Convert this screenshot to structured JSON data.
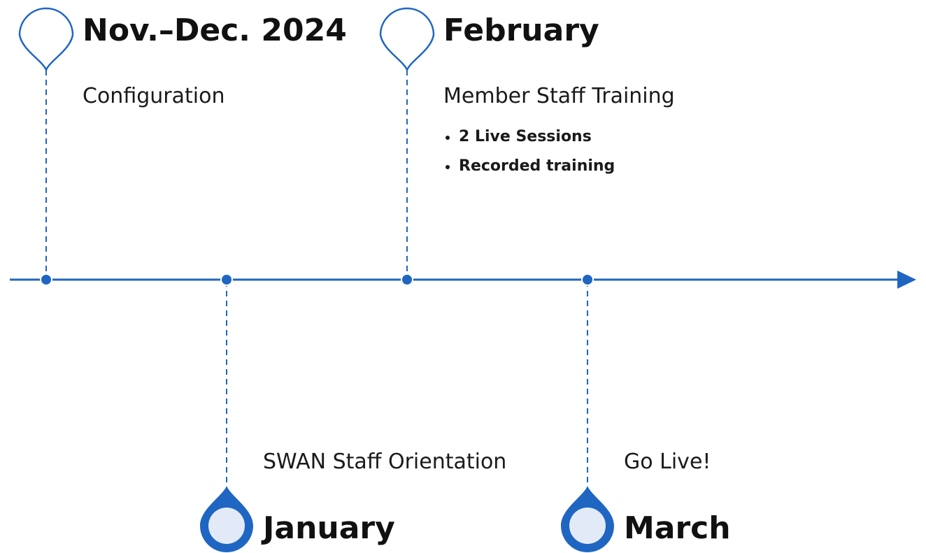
{
  "colors": {
    "accent": "#1f66c2",
    "pin_fill_filled": "#e3eaf7",
    "text": "#111111"
  },
  "milestones": [
    {
      "period": "Nov.–Dec. 2024",
      "description": "Configuration",
      "position": "above",
      "pin_style": "outline"
    },
    {
      "period": "January",
      "description": "SWAN Staff Orientation",
      "position": "below",
      "pin_style": "filled"
    },
    {
      "period": "February",
      "description": "Member Staff Training",
      "bullets": [
        "2 Live Sessions",
        "Recorded training"
      ],
      "position": "above",
      "pin_style": "outline"
    },
    {
      "period": "March",
      "description": "Go Live!",
      "position": "below",
      "pin_style": "filled"
    }
  ]
}
